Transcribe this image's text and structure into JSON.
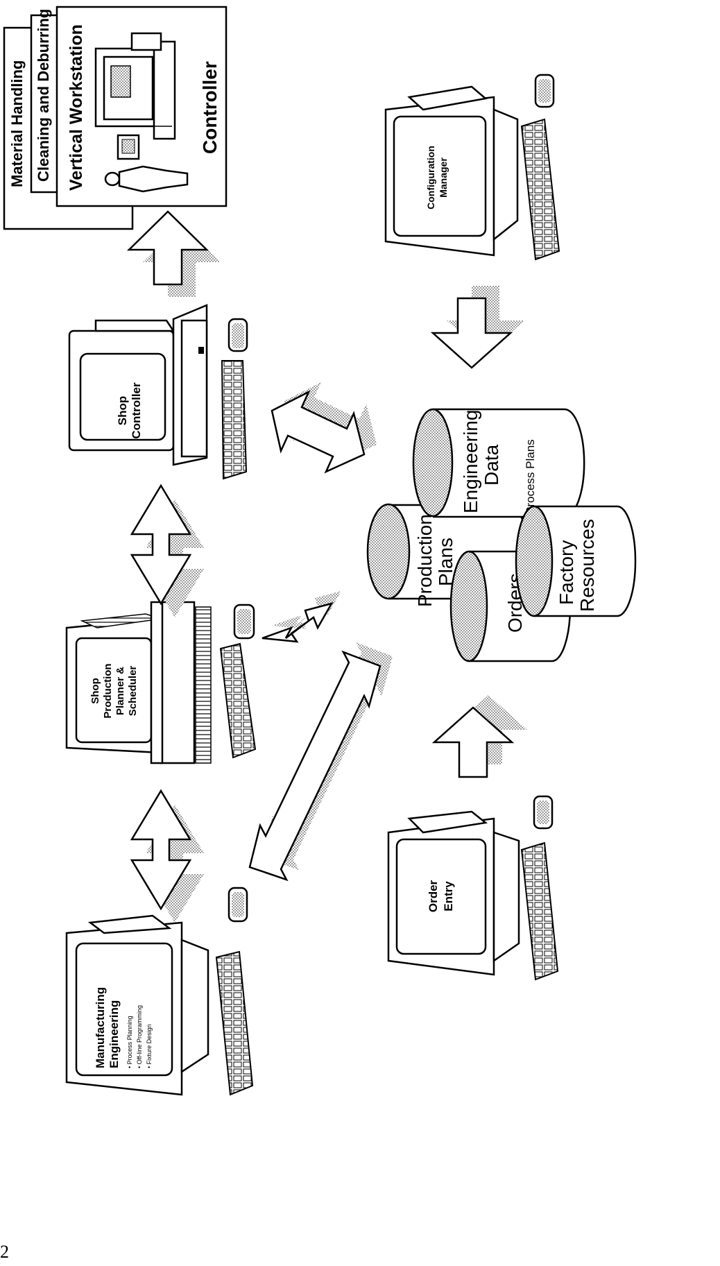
{
  "page_number": "2",
  "workstations": {
    "manufacturing_engineering": {
      "title_line1": "Manufacturing",
      "title_line2": "Engineering",
      "items": [
        "• Process Planning",
        "• Off-line Programming",
        "• Fixture Design"
      ]
    },
    "shop_production_planner": {
      "line1": "Shop",
      "line2": "Production",
      "line3": "Planner &",
      "line4": "Scheduler"
    },
    "shop_controller": {
      "line1": "Shop",
      "line2": "Controller"
    },
    "order_entry": {
      "line1": "Order",
      "line2": "Entry"
    },
    "configuration_manager": {
      "line1": "Configuration",
      "line2": "Manager"
    }
  },
  "workstation_stack": {
    "back_card": "Material Handling",
    "middle_card": "Cleaning and Deburring",
    "front_card": "Vertical Workstation",
    "controller": "Controller"
  },
  "databases": {
    "production_plans_line1": "Production",
    "production_plans_line2": "Plans",
    "orders": "Orders",
    "engineering_data_line1": "Engineering",
    "engineering_data_line2": "Data",
    "process_plans": "Process Plans",
    "factory_resources_line1": "Factory",
    "factory_resources_line2": "Resources"
  }
}
